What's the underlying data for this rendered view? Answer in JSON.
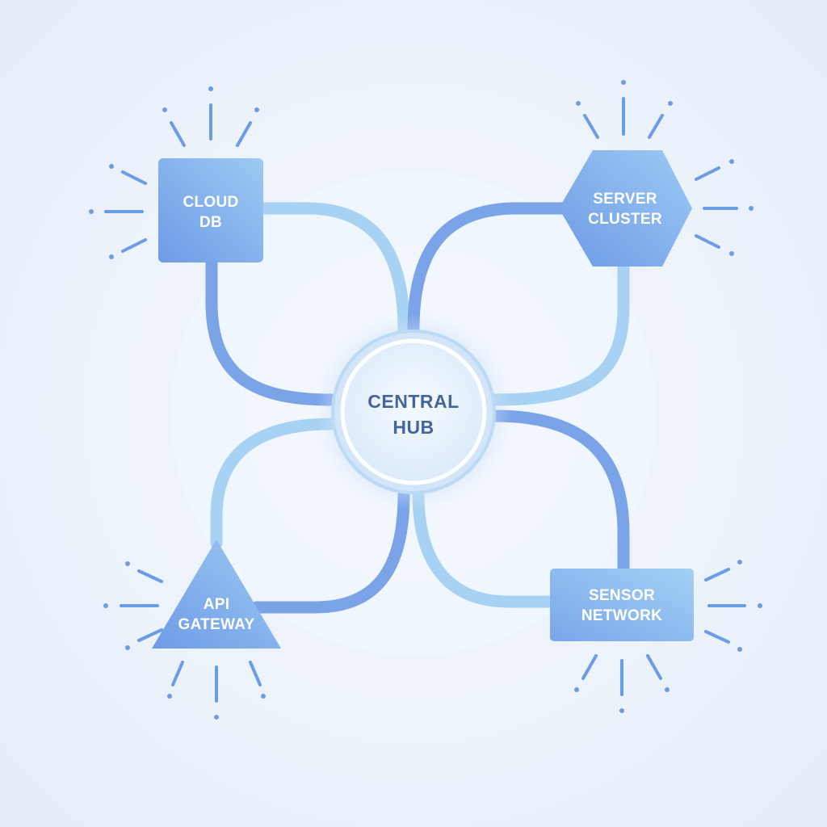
{
  "diagram": {
    "hub": {
      "line1": "CENTRAL",
      "line2": "HUB"
    },
    "nodes": [
      {
        "id": "cloud-db",
        "shape": "square",
        "line1": "CLOUD",
        "line2": "DB"
      },
      {
        "id": "server-cluster",
        "shape": "hexagon",
        "line1": "SERVER",
        "line2": "CLUSTER"
      },
      {
        "id": "api-gateway",
        "shape": "triangle",
        "line1": "API",
        "line2": "GATEWAY"
      },
      {
        "id": "sensor-network",
        "shape": "rectangle",
        "line1": "SENSOR",
        "line2": "NETWORK"
      }
    ],
    "colors": {
      "node_fill_light": "#9ccaf3",
      "node_fill_dark": "#6e9be6",
      "connector_dark": "#7aa3e8",
      "connector_light": "#a8d2f3",
      "hub_text": "#44659a",
      "background": "#e8f0fa"
    }
  }
}
